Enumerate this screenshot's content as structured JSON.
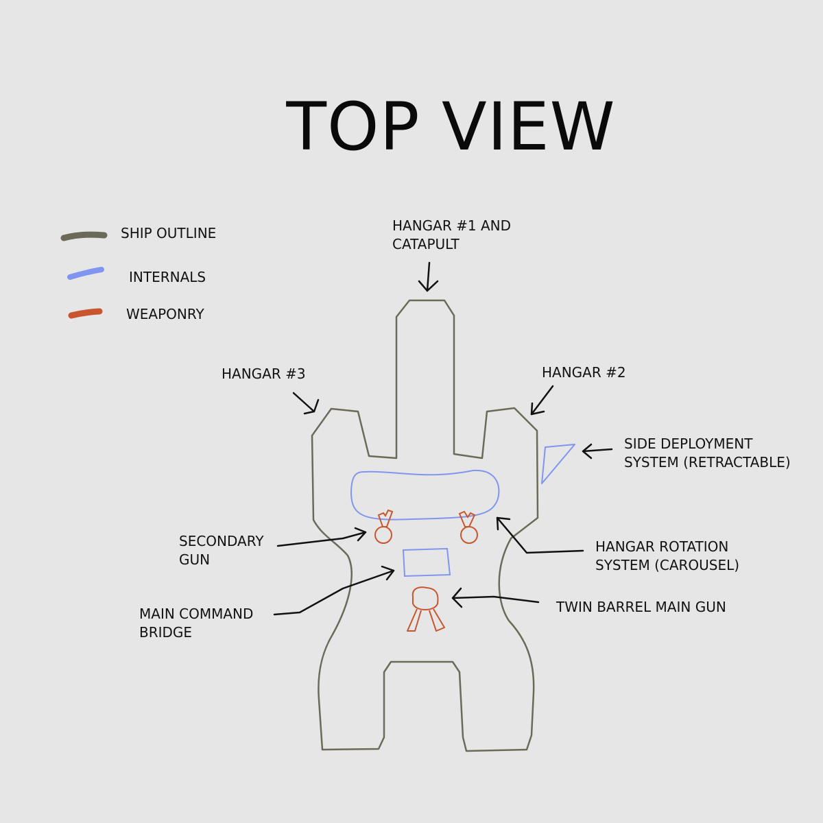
{
  "title": "TOP VIEW",
  "legend": [
    {
      "label": "SHIP OUTLINE",
      "color": "#6b6a58"
    },
    {
      "label": "INTERNALS",
      "color": "#7f95f0"
    },
    {
      "label": "WEAPONRY",
      "color": "#c8552e"
    }
  ],
  "callouts": {
    "hangar1": [
      "HANGAR #1 AND",
      "CATAPULT"
    ],
    "hangar3": [
      "HANGAR #3"
    ],
    "hangar2": [
      "HANGAR #2"
    ],
    "side_deploy": [
      "SIDE DEPLOYMENT",
      "SYSTEM (RETRACTABLE)"
    ],
    "secondary_gun": [
      "SECONDARY",
      "GUN"
    ],
    "carousel": [
      "HANGAR ROTATION",
      "SYSTEM (CAROUSEL)"
    ],
    "bridge": [
      "MAIN COMMAND",
      "BRIDGE"
    ],
    "main_gun": [
      "TWIN BARREL MAIN GUN"
    ]
  }
}
